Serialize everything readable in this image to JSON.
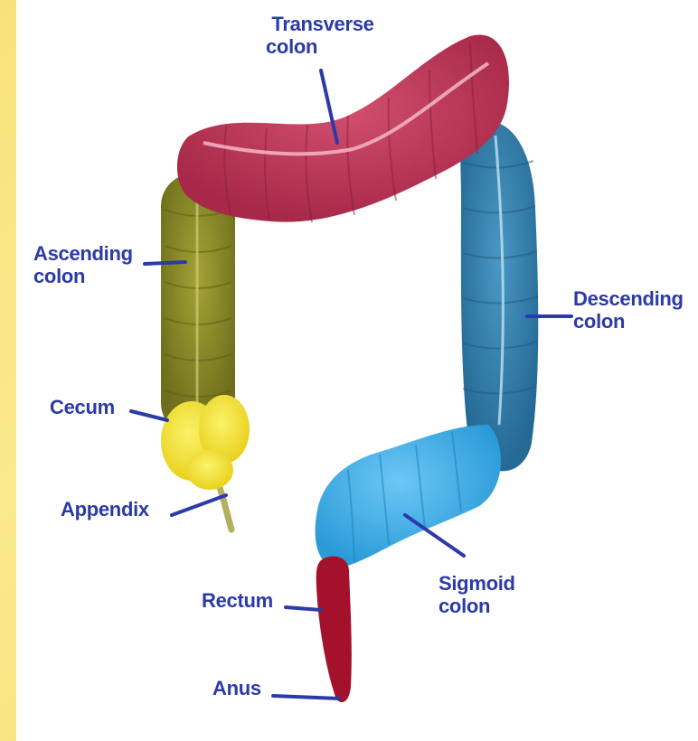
{
  "labels": {
    "transverse": [
      "Transverse",
      "colon"
    ],
    "ascending": [
      "Ascending",
      "colon"
    ],
    "descending": [
      "Descending",
      "colon"
    ],
    "cecum": [
      "Cecum"
    ],
    "appendix": [
      "Appendix"
    ],
    "sigmoid": [
      "Sigmoid",
      "colon"
    ],
    "rectum": [
      "Rectum"
    ],
    "anus": [
      "Anus"
    ]
  },
  "colors": {
    "label_text": "#2b3aa8",
    "leader_line": "#2b3aa8",
    "transverse": "#c43a60",
    "ascending": "#8f8f2a",
    "cecum": "#f2e22a",
    "descending": "#2f7fae",
    "sigmoid": "#3fb1ec",
    "rectum": "#a3112a",
    "background": "#f7e27a"
  }
}
